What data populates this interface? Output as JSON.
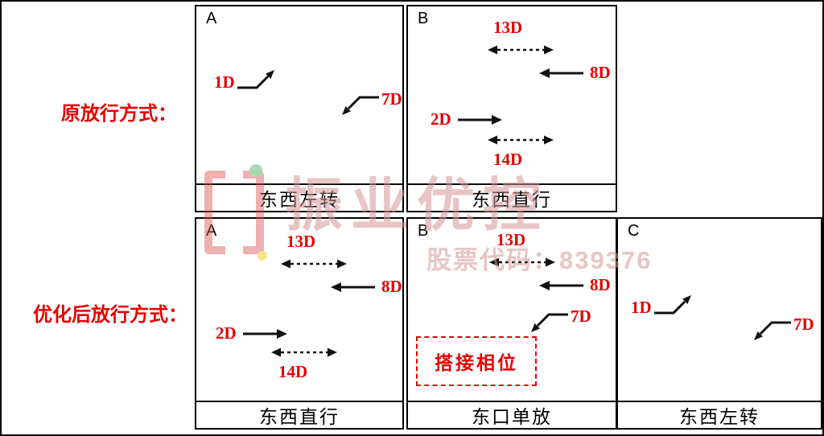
{
  "colors": {
    "accent": "#e60000",
    "ink": "#111111"
  },
  "rows": [
    {
      "label": "原放行方式：",
      "panels": [
        {
          "letter": "A",
          "caption": "东西左转",
          "movements": {
            "turn1": "1D",
            "turn2": "7D"
          }
        },
        {
          "letter": "B",
          "caption": "东西直行",
          "movements": {
            "ped_top": "13D",
            "left": "8D",
            "right": "2D",
            "ped_bottom": "14D"
          }
        }
      ]
    },
    {
      "label": "优化后放行方式：",
      "panels": [
        {
          "letter": "A",
          "caption": "东西直行",
          "movements": {
            "ped_top": "13D",
            "left": "8D",
            "right": "2D",
            "ped_bottom": "14D"
          }
        },
        {
          "letter": "B",
          "caption": "东口单放",
          "movements": {
            "ped_top": "13D",
            "left": "8D",
            "turn2": "7D"
          },
          "overlap": "搭接相位"
        },
        {
          "letter": "C",
          "caption": "东西左转",
          "movements": {
            "turn1": "1D",
            "turn2": "7D"
          }
        }
      ]
    }
  ],
  "watermark": {
    "brand": "振业优控",
    "stock": "股票代码：839376"
  }
}
